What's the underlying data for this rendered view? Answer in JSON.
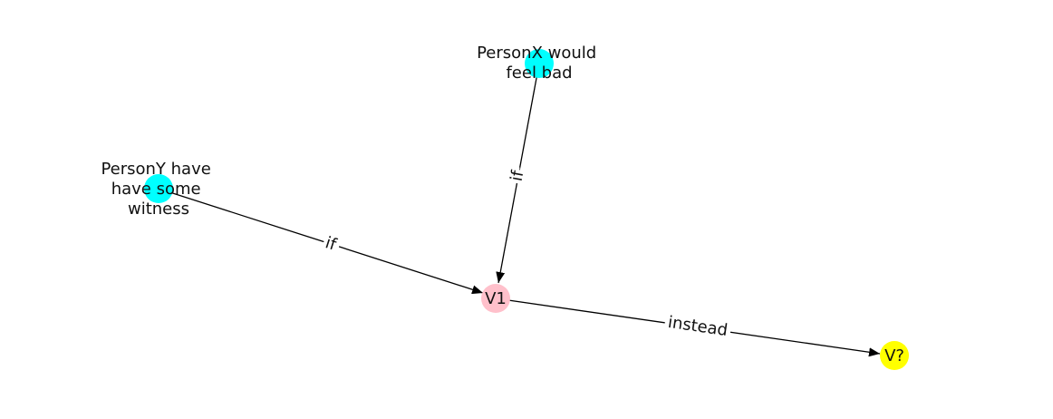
{
  "graph": {
    "nodes": [
      {
        "id": "personx",
        "label_lines": [
          "PersonX would",
          "feel bad"
        ],
        "color": "#00ffff"
      },
      {
        "id": "persony",
        "label_lines": [
          "PersonY have",
          "have some",
          "witness"
        ],
        "color": "#00ffff"
      },
      {
        "id": "v1",
        "label_lines": [
          "V1"
        ],
        "color": "#ffc0cb"
      },
      {
        "id": "vq",
        "label_lines": [
          "V?"
        ],
        "color": "#ffff00"
      }
    ],
    "edges": [
      {
        "from": "persony",
        "to": "v1",
        "label": "if"
      },
      {
        "from": "personx",
        "to": "v1",
        "label": "if"
      },
      {
        "from": "v1",
        "to": "vq",
        "label": "instead"
      }
    ]
  }
}
